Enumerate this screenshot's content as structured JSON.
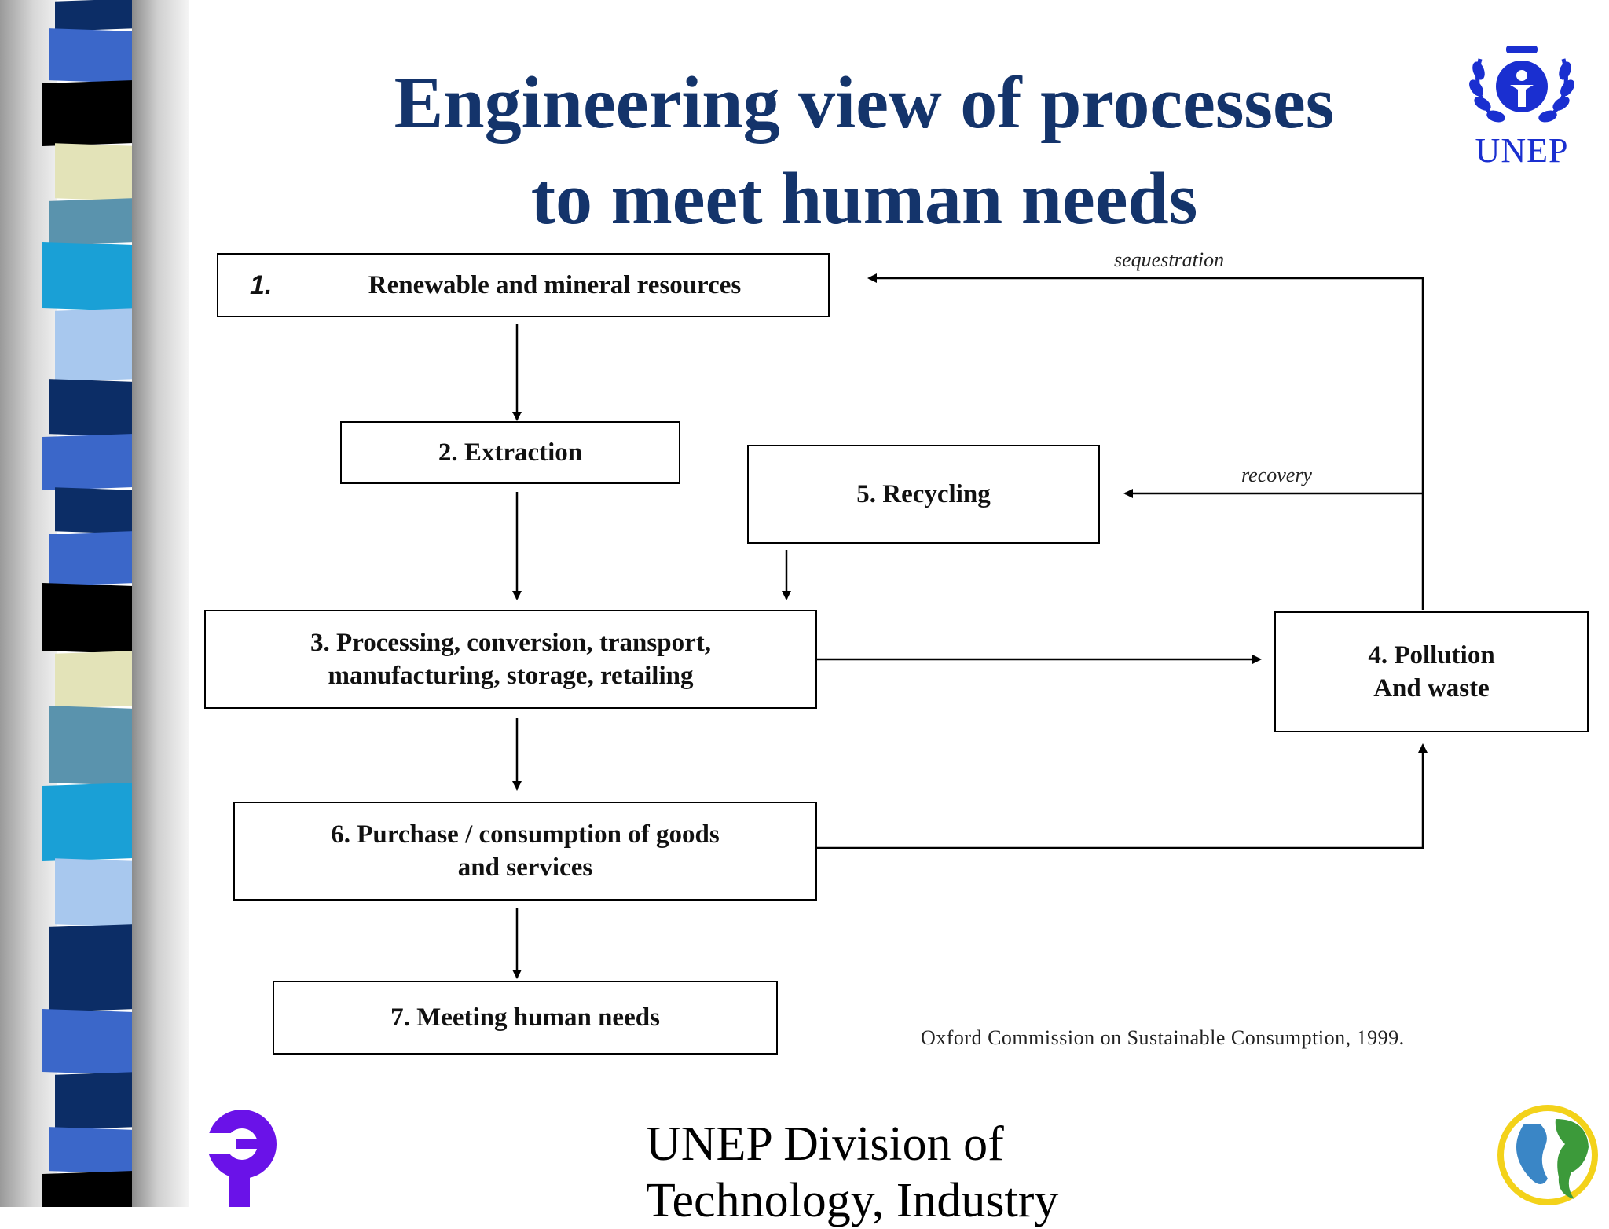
{
  "slide": {
    "title_line1": "Engineering view of processes",
    "title_line2": "to meet human needs",
    "logo_text": "UNEP",
    "footer_line1": "UNEP Division of",
    "footer_line2": "Technology, Industry",
    "citation": "Oxford Commission on Sustainable Consumption, 1999."
  },
  "diagram": {
    "nodes": {
      "resources": {
        "number": "1.",
        "label": "Renewable and mineral resources"
      },
      "extraction": {
        "label": "2. Extraction"
      },
      "processing": {
        "line1": "3. Processing, conversion, transport,",
        "line2": "manufacturing, storage, retailing"
      },
      "pollution": {
        "line1": "4. Pollution",
        "line2": "And waste"
      },
      "recycling": {
        "label": "5. Recycling"
      },
      "purchase": {
        "line1": "6. Purchase / consumption of goods",
        "line2": "and services"
      },
      "needs": {
        "label": "7. Meeting human needs"
      }
    },
    "edge_labels": {
      "sequestration": "sequestration",
      "recovery": "recovery"
    }
  },
  "colors": {
    "title": "#14346b",
    "unep_blue": "#1a2fd0",
    "cp_purple": "#6a12e8"
  },
  "icons": [
    "unep-laurel-emblem",
    "cleaner-production-logo",
    "earth-logo"
  ]
}
